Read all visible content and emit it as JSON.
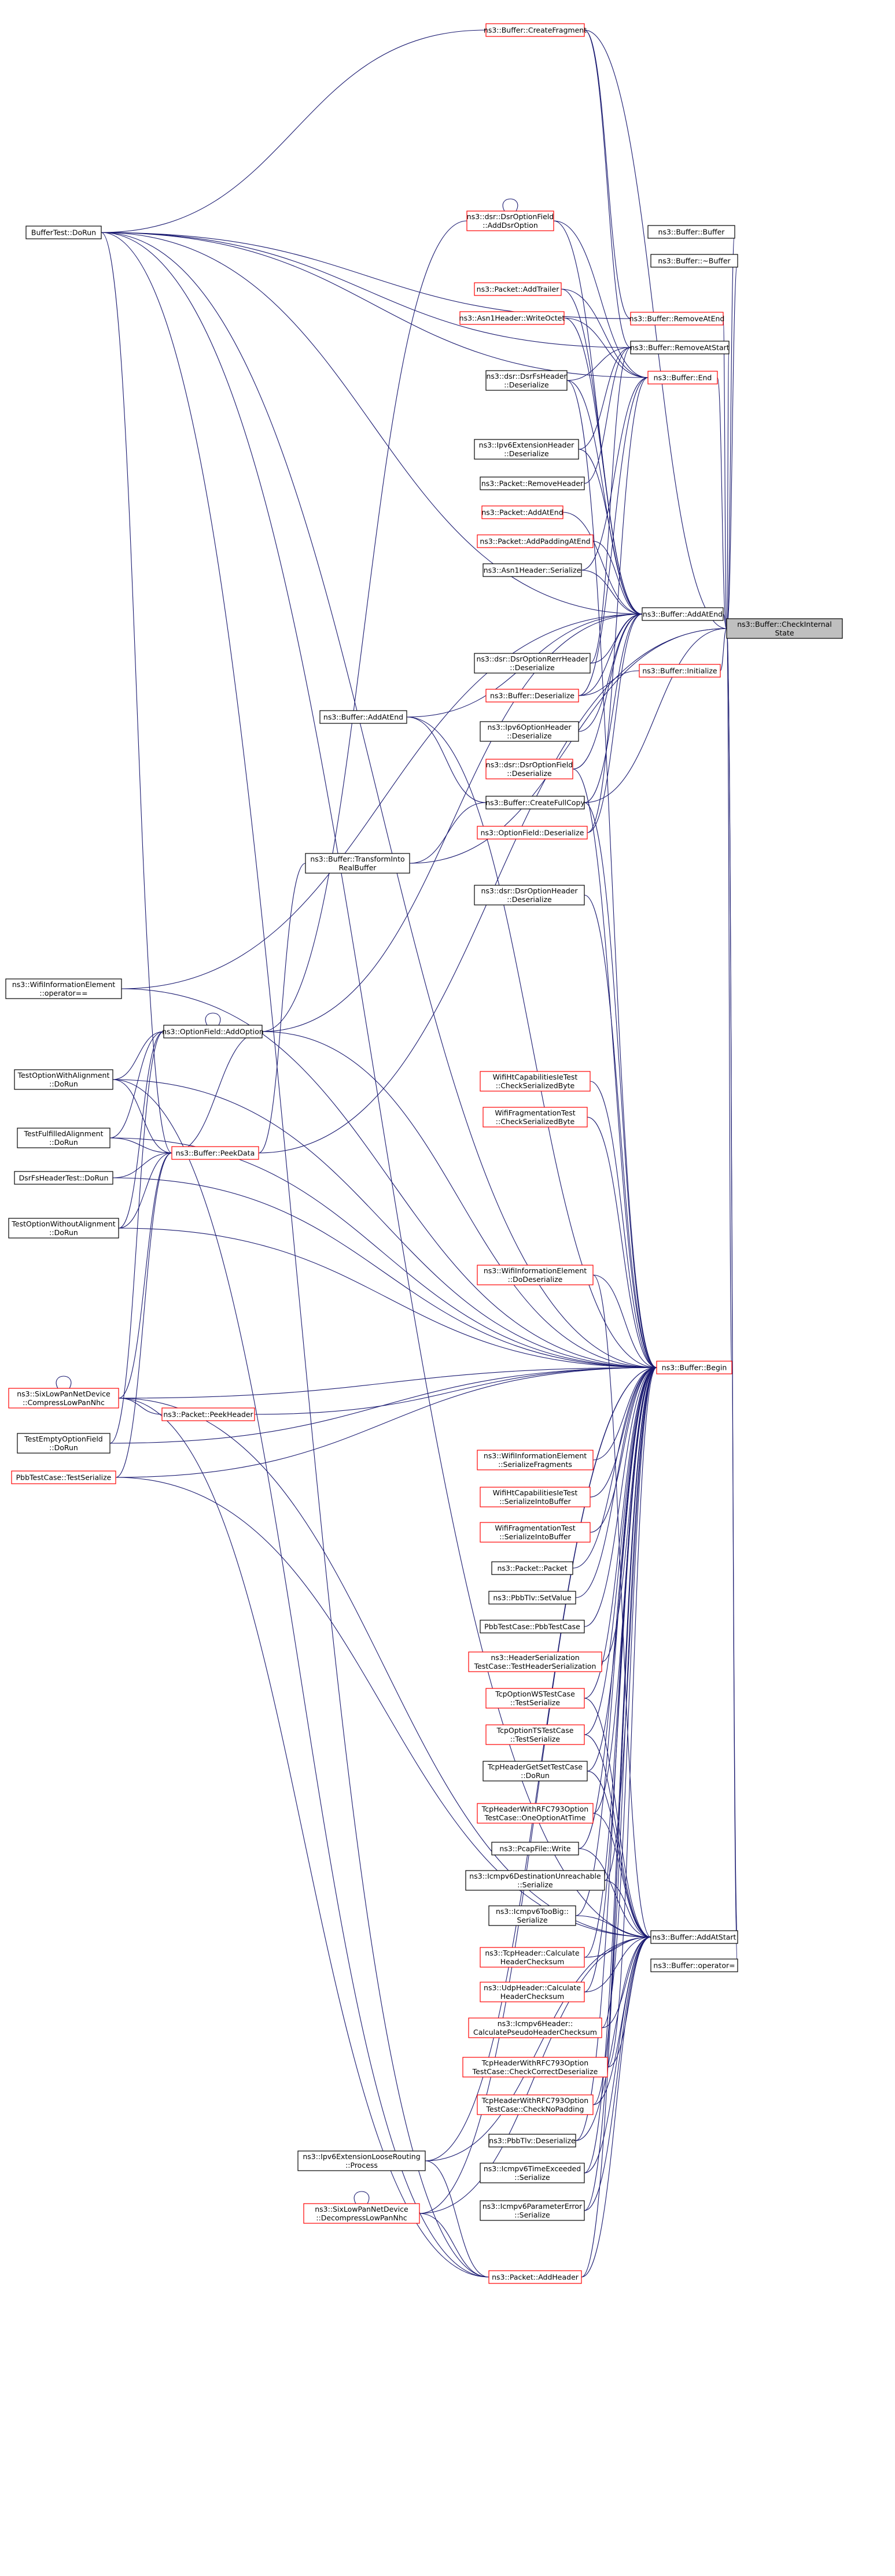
{
  "title": "",
  "nodes": {
    "checkInternal": {
      "lines": [
        "ns3::Buffer::CheckInternal",
        "State"
      ],
      "highlight": true
    },
    "bufCtor": {
      "lines": [
        "ns3::Buffer::Buffer"
      ]
    },
    "bufDtor": {
      "lines": [
        "ns3::Buffer::~Buffer"
      ]
    },
    "removeAtEnd": {
      "lines": [
        "ns3::Buffer::RemoveAtEnd"
      ],
      "red": true
    },
    "removeAtStart": {
      "lines": [
        "ns3::Buffer::RemoveAtStart"
      ]
    },
    "bufEnd": {
      "lines": [
        "ns3::Buffer::End"
      ],
      "red": true
    },
    "addAtEnd": {
      "lines": [
        "ns3::Buffer::AddAtEnd"
      ]
    },
    "initialize": {
      "lines": [
        "ns3::Buffer::Initialize"
      ],
      "red": true
    },
    "createFragment": {
      "lines": [
        "ns3::Buffer::CreateFragment"
      ],
      "red": true
    },
    "dsrAddDsrOption": {
      "lines": [
        "ns3::dsr::DsrOptionField",
        "::AddDsrOption"
      ],
      "red": true
    },
    "bufferTestDoRun": {
      "lines": [
        "BufferTest::DoRun"
      ]
    },
    "packetAddTrailer": {
      "lines": [
        "ns3::Packet::AddTrailer"
      ],
      "red": true
    },
    "asn1WriteOctet": {
      "lines": [
        "ns3::Asn1Header::WriteOctet"
      ],
      "red": true
    },
    "dsrFsDeser": {
      "lines": [
        "ns3::dsr::DsrFsHeader",
        "::Deserialize"
      ]
    },
    "ipv6ExtDeser": {
      "lines": [
        "ns3::Ipv6ExtensionHeader",
        "::Deserialize"
      ]
    },
    "packetRemoveHeader": {
      "lines": [
        "ns3::Packet::RemoveHeader"
      ]
    },
    "packetAddAtEnd": {
      "lines": [
        "ns3::Packet::AddAtEnd"
      ],
      "red": true
    },
    "packetAddPadding": {
      "lines": [
        "ns3::Packet::AddPaddingAtEnd"
      ],
      "red": true
    },
    "asn1Serialize": {
      "lines": [
        "ns3::Asn1Header::Serialize"
      ]
    },
    "dsrRerrDeser": {
      "lines": [
        "ns3::dsr::DsrOptionRerrHeader",
        "::Deserialize"
      ]
    },
    "bufferAddAtEnd": {
      "lines": [
        "ns3::Buffer::AddAtEnd"
      ]
    },
    "bufferDeserialize": {
      "lines": [
        "ns3::Buffer::Deserialize"
      ],
      "red": true
    },
    "ipv6OptDeser": {
      "lines": [
        "ns3::Ipv6OptionHeader",
        "::Deserialize"
      ]
    },
    "dsrOptFieldDeser": {
      "lines": [
        "ns3::dsr::DsrOptionField",
        "::Deserialize"
      ],
      "red": true
    },
    "createFullCopy": {
      "lines": [
        "ns3::Buffer::CreateFullCopy"
      ]
    },
    "transformInto": {
      "lines": [
        "ns3::Buffer::TransformInto",
        "RealBuffer"
      ]
    },
    "optionFieldDeser": {
      "lines": [
        "ns3::OptionField::Deserialize"
      ],
      "red": true
    },
    "dsrOptHdrDeser": {
      "lines": [
        "ns3::dsr::DsrOptionHeader",
        "::Deserialize"
      ]
    },
    "wifiInfoOp": {
      "lines": [
        "ns3::WifiInformationElement",
        "::operator=="
      ]
    },
    "optionFieldAdd": {
      "lines": [
        "ns3::OptionField::AddOption"
      ]
    },
    "testOptWithAlign": {
      "lines": [
        "TestOptionWithAlignment",
        "::DoRun"
      ]
    },
    "testFulfilledAlign": {
      "lines": [
        "TestFulfilledAlignment",
        "::DoRun"
      ]
    },
    "peekData": {
      "lines": [
        "ns3::Buffer::PeekData"
      ],
      "red": true
    },
    "dsrFsHeaderTest": {
      "lines": [
        "DsrFsHeaderTest::DoRun"
      ]
    },
    "testOptWithoutAlign": {
      "lines": [
        "TestOptionWithoutAlignment",
        "::DoRun"
      ]
    },
    "wifiHtCapCheck": {
      "lines": [
        "WifiHtCapabilitiesIeTest",
        "::CheckSerializedByte"
      ],
      "red": true
    },
    "wifiFragCheck": {
      "lines": [
        "WifiFragmentationTest",
        "::CheckSerializedByte"
      ],
      "red": true
    },
    "wifiDoDeser": {
      "lines": [
        "ns3::WifiInformationElement",
        "::DoDeserialize"
      ],
      "red": true
    },
    "bufferBegin": {
      "lines": [
        "ns3::Buffer::Begin"
      ],
      "red": true
    },
    "sixLowCompress": {
      "lines": [
        "ns3::SixLowPanNetDevice",
        "::CompressLowPanNhc"
      ],
      "red": true
    },
    "packetPeekHeader": {
      "lines": [
        "ns3::Packet::PeekHeader"
      ],
      "red": true
    },
    "testEmptyOpt": {
      "lines": [
        "TestEmptyOptionField",
        "::DoRun"
      ]
    },
    "pbbTestSerialize": {
      "lines": [
        "PbbTestCase::TestSerialize"
      ],
      "red": true
    },
    "wifiSerFrag": {
      "lines": [
        "ns3::WifiInformationElement",
        "::SerializeFragments"
      ],
      "red": true
    },
    "wifiHtSerInto": {
      "lines": [
        "WifiHtCapabilitiesIeTest",
        "::SerializeIntoBuffer"
      ],
      "red": true
    },
    "wifiFragSerInto": {
      "lines": [
        "WifiFragmentationTest",
        "::SerializeIntoBuffer"
      ],
      "red": true
    },
    "packetPacket": {
      "lines": [
        "ns3::Packet::Packet"
      ]
    },
    "pbbTlvSetValue": {
      "lines": [
        "ns3::PbbTlv::SetValue"
      ]
    },
    "pbbTestCtor": {
      "lines": [
        "PbbTestCase::PbbTestCase"
      ]
    },
    "headerSerTest": {
      "lines": [
        "ns3::HeaderSerialization",
        "TestCase::TestHeaderSerialization"
      ],
      "red": true
    },
    "tcpOptionWS": {
      "lines": [
        "TcpOptionWSTestCase",
        "::TestSerialize"
      ],
      "red": true
    },
    "tcpOptionTS": {
      "lines": [
        "TcpOptionTSTestCase",
        "::TestSerialize"
      ],
      "red": true
    },
    "tcpHdrGetSet": {
      "lines": [
        "TcpHeaderGetSetTestCase",
        "::DoRun"
      ]
    },
    "tcpRfcOneOpt": {
      "lines": [
        "TcpHeaderWithRFC793Option",
        "TestCase::OneOptionAtTime"
      ],
      "red": true
    },
    "pcapWrite": {
      "lines": [
        "ns3::PcapFile::Write"
      ]
    },
    "icmpv6DestUnreach": {
      "lines": [
        "ns3::Icmpv6DestinationUnreachable",
        "::Serialize"
      ]
    },
    "icmpv6TooBig": {
      "lines": [
        "ns3::Icmpv6TooBig::",
        "Serialize"
      ]
    },
    "bufferAddAtStart": {
      "lines": [
        "ns3::Buffer::AddAtStart"
      ]
    },
    "bufferOpAssign": {
      "lines": [
        "ns3::Buffer::operator="
      ]
    },
    "tcpCalcChecksum": {
      "lines": [
        "ns3::TcpHeader::Calculate",
        "HeaderChecksum"
      ],
      "red": true
    },
    "udpCalcChecksum": {
      "lines": [
        "ns3::UdpHeader::Calculate",
        "HeaderChecksum"
      ],
      "red": true
    },
    "icmpv6PseudoChecksum": {
      "lines": [
        "ns3::Icmpv6Header::",
        "CalculatePseudoHeaderChecksum"
      ],
      "red": true
    },
    "tcpRfcCorrectDeser": {
      "lines": [
        "TcpHeaderWithRFC793Option",
        "TestCase::CheckCorrectDeserialize"
      ],
      "red": true
    },
    "tcpRfcNoPadding": {
      "lines": [
        "TcpHeaderWithRFC793Option",
        "TestCase::CheckNoPadding"
      ],
      "red": true
    },
    "pbbTlvDeser": {
      "lines": [
        "ns3::PbbTlv::Deserialize"
      ]
    },
    "icmpv6TimeExceeded": {
      "lines": [
        "ns3::Icmpv6TimeExceeded",
        "::Serialize"
      ]
    },
    "icmpv6ParamError": {
      "lines": [
        "ns3::Icmpv6ParameterError",
        "::Serialize"
      ]
    },
    "ipv6LooseRouting": {
      "lines": [
        "ns3::Ipv6ExtensionLooseRouting",
        "::Process"
      ]
    },
    "sixLowDecompress": {
      "lines": [
        "ns3::SixLowPanNetDevice",
        "::DecompressLowPanNhc"
      ],
      "red": true
    },
    "packetAddHeader": {
      "lines": [
        "ns3::Packet::AddHeader"
      ],
      "red": true
    }
  },
  "edges": [
    [
      "bufCtor",
      "checkInternal"
    ],
    [
      "bufDtor",
      "checkInternal"
    ],
    [
      "removeAtEnd",
      "checkInternal"
    ],
    [
      "removeAtStart",
      "checkInternal"
    ],
    [
      "bufEnd",
      "checkInternal"
    ],
    [
      "addAtEnd",
      "checkInternal"
    ],
    [
      "initialize",
      "checkInternal"
    ],
    [
      "createFragment",
      "checkInternal"
    ],
    [
      "bufferBegin",
      "checkInternal"
    ],
    [
      "bufferAddAtStart",
      "checkInternal"
    ],
    [
      "bufferOpAssign",
      "checkInternal"
    ],
    [
      "createFullCopy",
      "checkInternal"
    ],
    [
      "peekData",
      "checkInternal"
    ],
    [
      "transformInto",
      "checkInternal"
    ],
    [
      "createFragment",
      "removeAtEnd"
    ],
    [
      "createFragment",
      "removeAtStart"
    ],
    [
      "bufferTestDoRun",
      "createFragment"
    ],
    [
      "bufferTestDoRun",
      "removeAtEnd"
    ],
    [
      "bufferTestDoRun",
      "removeAtStart"
    ],
    [
      "bufferTestDoRun",
      "addAtEnd"
    ],
    [
      "bufferTestDoRun",
      "bufferAddAtStart"
    ],
    [
      "bufferTestDoRun",
      "bufferBegin"
    ],
    [
      "bufferTestDoRun",
      "bufEnd"
    ],
    [
      "bufferTestDoRun",
      "peekData"
    ],
    [
      "dsrAddDsrOption",
      "dsrAddDsrOption"
    ],
    [
      "dsrAddDsrOption",
      "addAtEnd"
    ],
    [
      "dsrAddDsrOption",
      "bufEnd"
    ],
    [
      "packetAddTrailer",
      "addAtEnd"
    ],
    [
      "packetAddTrailer",
      "bufEnd"
    ],
    [
      "asn1WriteOctet",
      "addAtEnd"
    ],
    [
      "asn1WriteOctet",
      "bufEnd"
    ],
    [
      "dsrFsDeser",
      "removeAtStart"
    ],
    [
      "dsrFsDeser",
      "addAtEnd"
    ],
    [
      "dsrFsDeser",
      "bufferBegin"
    ],
    [
      "ipv6ExtDeser",
      "addAtEnd"
    ],
    [
      "ipv6ExtDeser",
      "removeAtStart"
    ],
    [
      "packetRemoveHeader",
      "removeAtStart"
    ],
    [
      "packetAddAtEnd",
      "addAtEnd"
    ],
    [
      "packetAddPadding",
      "addAtEnd"
    ],
    [
      "asn1Serialize",
      "addAtEnd"
    ],
    [
      "asn1Serialize",
      "bufEnd"
    ],
    [
      "dsrRerrDeser",
      "addAtEnd"
    ],
    [
      "dsrRerrDeser",
      "removeAtStart"
    ],
    [
      "bufferAddAtEnd",
      "addAtEnd"
    ],
    [
      "bufferAddAtEnd",
      "bufferBegin"
    ],
    [
      "bufferDeserialize",
      "addAtEnd"
    ],
    [
      "bufferDeserialize",
      "initialize"
    ],
    [
      "bufferDeserialize",
      "bufEnd"
    ],
    [
      "ipv6OptDeser",
      "addAtEnd"
    ],
    [
      "dsrOptFieldDeser",
      "addAtEnd"
    ],
    [
      "dsrOptFieldDeser",
      "bufferBegin"
    ],
    [
      "createFullCopy",
      "addAtEnd"
    ],
    [
      "createFullCopy",
      "bufferBegin"
    ],
    [
      "createFullCopy",
      "bufferAddAtEnd"
    ],
    [
      "transformInto",
      "createFullCopy"
    ],
    [
      "optionFieldDeser",
      "addAtEnd"
    ],
    [
      "optionFieldDeser",
      "bufEnd"
    ],
    [
      "dsrOptHdrDeser",
      "bufferBegin"
    ],
    [
      "wifiInfoOp",
      "addAtEnd"
    ],
    [
      "wifiInfoOp",
      "bufferBegin"
    ],
    [
      "optionFieldAdd",
      "optionFieldAdd"
    ],
    [
      "optionFieldAdd",
      "addAtEnd"
    ],
    [
      "optionFieldAdd",
      "bufferBegin"
    ],
    [
      "optionFieldAdd",
      "dsrAddDsrOption"
    ],
    [
      "optionFieldAdd",
      "peekData"
    ],
    [
      "testOptWithAlign",
      "optionFieldAdd"
    ],
    [
      "testOptWithAlign",
      "peekData"
    ],
    [
      "testOptWithAlign",
      "bufferBegin"
    ],
    [
      "testFulfilledAlign",
      "optionFieldAdd"
    ],
    [
      "testFulfilledAlign",
      "peekData"
    ],
    [
      "testFulfilledAlign",
      "bufferBegin"
    ],
    [
      "dsrFsHeaderTest",
      "peekData"
    ],
    [
      "dsrFsHeaderTest",
      "bufferBegin"
    ],
    [
      "testOptWithoutAlign",
      "optionFieldAdd"
    ],
    [
      "testOptWithoutAlign",
      "peekData"
    ],
    [
      "testOptWithoutAlign",
      "bufferBegin"
    ],
    [
      "peekData",
      "transformInto"
    ],
    [
      "wifiHtCapCheck",
      "bufferBegin"
    ],
    [
      "wifiFragCheck",
      "bufferBegin"
    ],
    [
      "wifiDoDeser",
      "bufferBegin"
    ],
    [
      "sixLowCompress",
      "sixLowCompress"
    ],
    [
      "sixLowCompress",
      "peekData"
    ],
    [
      "sixLowCompress",
      "bufferBegin"
    ],
    [
      "sixLowCompress",
      "bufferAddAtStart"
    ],
    [
      "packetPeekHeader",
      "bufferBegin"
    ],
    [
      "testEmptyOpt",
      "optionFieldAdd"
    ],
    [
      "testEmptyOpt",
      "bufferBegin"
    ],
    [
      "pbbTestSerialize",
      "peekData"
    ],
    [
      "pbbTestSerialize",
      "bufferBegin"
    ],
    [
      "wifiSerFrag",
      "bufferBegin"
    ],
    [
      "wifiHtSerInto",
      "bufferBegin"
    ],
    [
      "wifiFragSerInto",
      "bufferBegin"
    ],
    [
      "packetPacket",
      "bufferBegin"
    ],
    [
      "pbbTlvSetValue",
      "bufferBegin"
    ],
    [
      "pbbTestCtor",
      "bufferBegin"
    ],
    [
      "headerSerTest",
      "bufferBegin"
    ],
    [
      "tcpOptionWS",
      "bufferBegin"
    ],
    [
      "tcpOptionTS",
      "bufferBegin"
    ],
    [
      "tcpHdrGetSet",
      "bufferBegin"
    ],
    [
      "tcpRfcOneOpt",
      "bufferBegin"
    ],
    [
      "pcapWrite",
      "bufferBegin"
    ],
    [
      "icmpv6DestUnreach",
      "bufferBegin"
    ],
    [
      "icmpv6TooBig",
      "bufferBegin"
    ],
    [
      "tcpOptionWS",
      "bufferAddAtStart"
    ],
    [
      "tcpOptionTS",
      "bufferAddAtStart"
    ],
    [
      "tcpHdrGetSet",
      "bufferAddAtStart"
    ],
    [
      "tcpRfcOneOpt",
      "bufferAddAtStart"
    ],
    [
      "pcapWrite",
      "bufferAddAtStart"
    ],
    [
      "icmpv6DestUnreach",
      "bufferAddAtStart"
    ],
    [
      "icmpv6TooBig",
      "bufferAddAtStart"
    ],
    [
      "tcpCalcChecksum",
      "bufferAddAtStart"
    ],
    [
      "udpCalcChecksum",
      "bufferAddAtStart"
    ],
    [
      "icmpv6PseudoChecksum",
      "bufferAddAtStart"
    ],
    [
      "tcpRfcCorrectDeser",
      "bufferAddAtStart"
    ],
    [
      "tcpRfcNoPadding",
      "bufferAddAtStart"
    ],
    [
      "pbbTlvDeser",
      "bufferAddAtStart"
    ],
    [
      "icmpv6TimeExceeded",
      "bufferAddAtStart"
    ],
    [
      "icmpv6ParamError",
      "bufferAddAtStart"
    ],
    [
      "ipv6LooseRouting",
      "bufferAddAtStart"
    ],
    [
      "sixLowDecompress",
      "bufferAddAtStart"
    ],
    [
      "packetAddHeader",
      "bufferAddAtStart"
    ],
    [
      "tcpCalcChecksum",
      "bufferBegin"
    ],
    [
      "udpCalcChecksum",
      "bufferBegin"
    ],
    [
      "icmpv6PseudoChecksum",
      "bufferBegin"
    ],
    [
      "tcpRfcCorrectDeser",
      "bufferBegin"
    ],
    [
      "tcpRfcNoPadding",
      "bufferBegin"
    ],
    [
      "pbbTlvDeser",
      "bufferBegin"
    ],
    [
      "icmpv6TimeExceeded",
      "bufferBegin"
    ],
    [
      "icmpv6ParamError",
      "bufferBegin"
    ],
    [
      "ipv6LooseRouting",
      "bufferBegin"
    ],
    [
      "sixLowDecompress",
      "sixLowDecompress"
    ],
    [
      "sixLowDecompress",
      "bufferBegin"
    ],
    [
      "packetAddHeader",
      "bufferBegin"
    ],
    [
      "sixLowDecompress",
      "packetAddHeader"
    ],
    [
      "ipv6LooseRouting",
      "packetAddHeader"
    ],
    [
      "sixLowCompress",
      "packetAddHeader"
    ],
    [
      "bufferTestDoRun",
      "packetAddHeader"
    ],
    [
      "testOptWithAlign",
      "packetAddHeader"
    ],
    [
      "pbbTestSerialize",
      "bufferAddAtStart"
    ],
    [
      "sixLowCompress",
      "packetPeekHeader"
    ],
    [
      "wifiDoDeser",
      "bufferAddAtStart"
    ]
  ]
}
